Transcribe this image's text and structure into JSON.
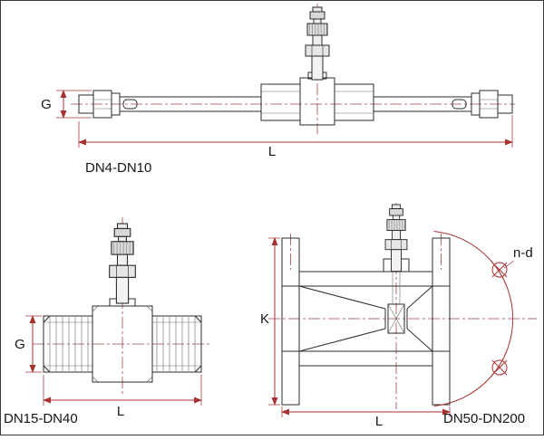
{
  "page": {
    "background": "#ffffff",
    "frame_color": "#3a3a3a"
  },
  "colors": {
    "drawing_line": "#2b2b2b",
    "dimension_line": "#a83232",
    "centerline": "#9c4a4a"
  },
  "views": {
    "small": {
      "caption": "DN4-DN10",
      "dim_g": "G",
      "dim_l": "L"
    },
    "medium": {
      "caption": "DN15-DN40",
      "dim_g": "G",
      "dim_l": "L"
    },
    "large": {
      "caption": "DN50-DN200",
      "dim_k": "K",
      "dim_l": "L",
      "dim_nd": "n-d"
    }
  }
}
